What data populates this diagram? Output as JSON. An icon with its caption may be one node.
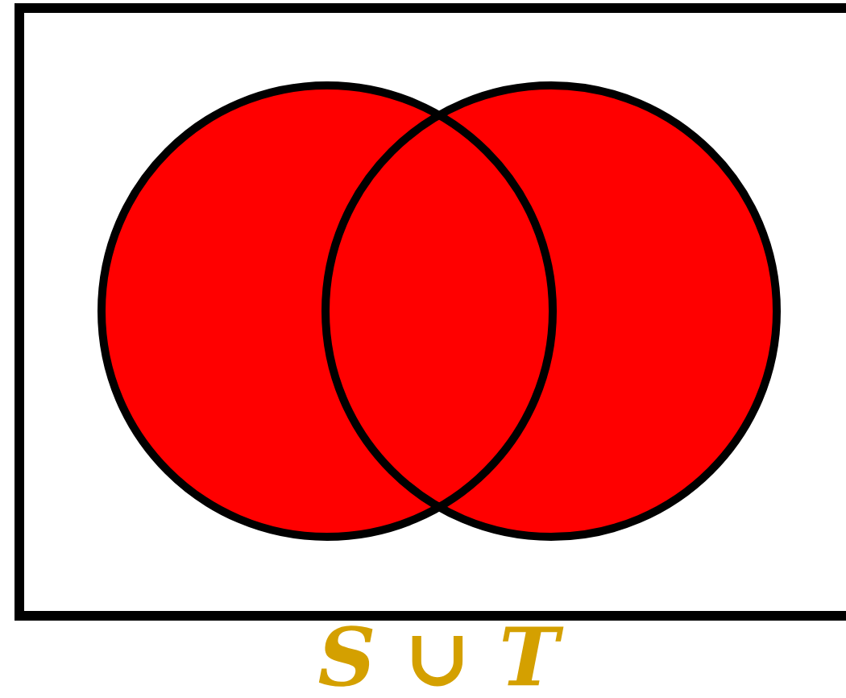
{
  "diagram": {
    "caption": "S ∪ T",
    "nodes": [
      {
        "text": [],
        "shape": "box"
      },
      {
        "text": [],
        "shape": "circle",
        "in": 0
      },
      {
        "text": [],
        "shape": "circle",
        "in": 0
      }
    ]
  }
}
